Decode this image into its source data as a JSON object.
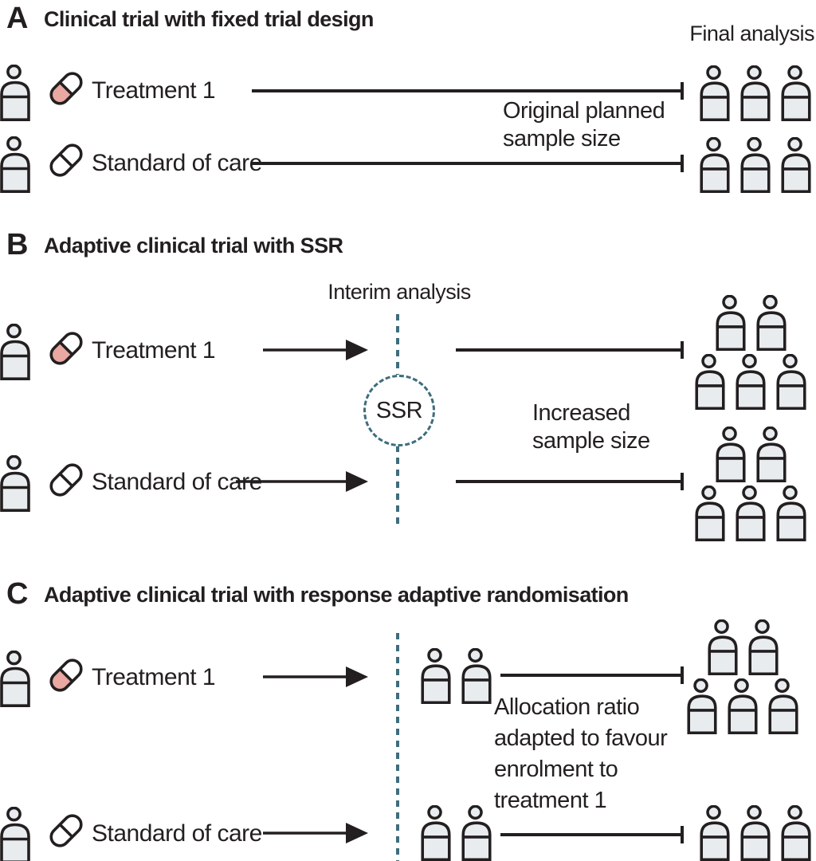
{
  "colors": {
    "ink": "#231f20",
    "teal": "#3e6d7c",
    "pill-pink": "#e9a8a1",
    "person-fill": "#e9ecee",
    "paper": "#ffffff"
  },
  "icons": {
    "person": "person-icon",
    "treatment_pill": "pill-treatment-icon (capsule, pink half)",
    "standard_pill": "pill-standard-icon (capsule, white)",
    "arrow": "arrow-right-icon",
    "interim_line": "interim-dashed-line",
    "ssr": "ssr-dashed-circle",
    "endpoint": "timeline-end-tick"
  },
  "panels": {
    "a": {
      "letter": "A",
      "title": "Clinical trial with fixed trial design",
      "final_header": "Final analysis",
      "treatment_label": "Treatment 1",
      "standard_label": "Standard of care",
      "annotation_line1": "Original planned",
      "annotation_line2": "sample size",
      "treatment_final_group": [
        3
      ],
      "standard_final_group": [
        3
      ]
    },
    "b": {
      "letter": "B",
      "title": "Adaptive clinical trial with SSR",
      "interim_label": "Interim analysis",
      "ssr_label": "SSR",
      "treatment_label": "Treatment 1",
      "standard_label": "Standard of care",
      "annotation_line1": "Increased",
      "annotation_line2": "sample size",
      "treatment_final_group": [
        2,
        3
      ],
      "standard_final_group": [
        2,
        3
      ]
    },
    "c": {
      "letter": "C",
      "title": "Adaptive clinical trial with response adaptive randomisation",
      "treatment_label": "Treatment 1",
      "standard_label": "Standard of care",
      "annotation_lines": [
        "Allocation ratio",
        "adapted to favour",
        "enrolment to",
        "treatment 1"
      ],
      "treatment_interim_group": [
        2
      ],
      "standard_interim_group": [
        2
      ],
      "treatment_final_group": [
        2,
        3
      ],
      "standard_final_group": [
        3
      ]
    }
  }
}
